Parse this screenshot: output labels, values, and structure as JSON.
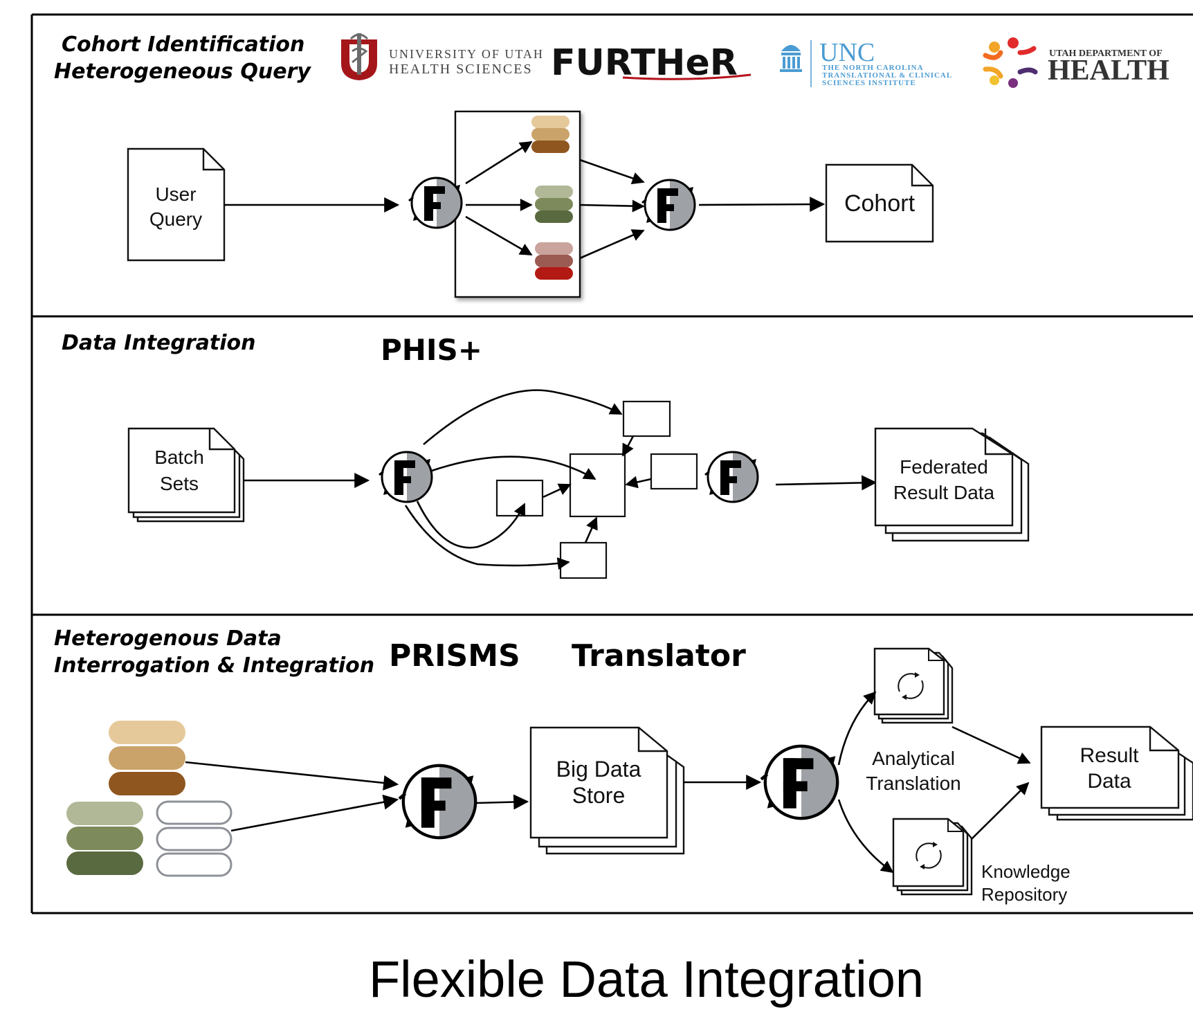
{
  "caption": "Flexible Data Integration",
  "colors": {
    "tan": [
      "#e6c99a",
      "#caa36a",
      "#8f561f"
    ],
    "green": [
      "#b1b897",
      "#7d8a5b",
      "#5a6a40"
    ],
    "red": [
      "#c9a39c",
      "#9b5a52",
      "#b41a14"
    ],
    "outline_gray": "#8d9097",
    "utah_red": "#a4161a",
    "unc_blue": "#4b9cd3",
    "further_red": "#b5121b"
  },
  "icons": [
    "further-f-icon",
    "document-icon",
    "cycle-icon",
    "database-stack-icon"
  ],
  "logos": {
    "utah_line1": "UNIVERSITY OF UTAH",
    "utah_line2": "HEALTH SCIENCES",
    "further": "FURTHeR",
    "unc_name": "UNC",
    "unc_sub1": "THE NORTH CAROLINA",
    "unc_sub2": "TRANSLATIONAL & CLINICAL",
    "unc_sub3": "SCIENCES INSTITUTE",
    "udoh_line1": "UTAH DEPARTMENT OF",
    "udoh_line2": "HEALTH"
  },
  "panels": {
    "cohort": {
      "title_line1": "Cohort Identification",
      "title_line2": "Heterogeneous Query",
      "user_query_line1": "User",
      "user_query_line2": "Query",
      "cohort": "Cohort"
    },
    "integration": {
      "title": "Data Integration",
      "project": "PHIS+",
      "batch_line1": "Batch",
      "batch_line2": "Sets",
      "federated_line1": "Federated",
      "federated_line2": "Result Data"
    },
    "interrogation": {
      "title_line1": "Heterogenous Data",
      "title_line2": "Interrogation & Integration",
      "project1": "PRISMS",
      "project2": "Translator",
      "bigdata_line1": "Big Data",
      "bigdata_line2": "Store",
      "analytical_line1": "Analytical",
      "analytical_line2": "Translation",
      "result_line1": "Result",
      "result_line2": "Data",
      "knowledge_line1": "Knowledge",
      "knowledge_line2": "Repository"
    }
  }
}
